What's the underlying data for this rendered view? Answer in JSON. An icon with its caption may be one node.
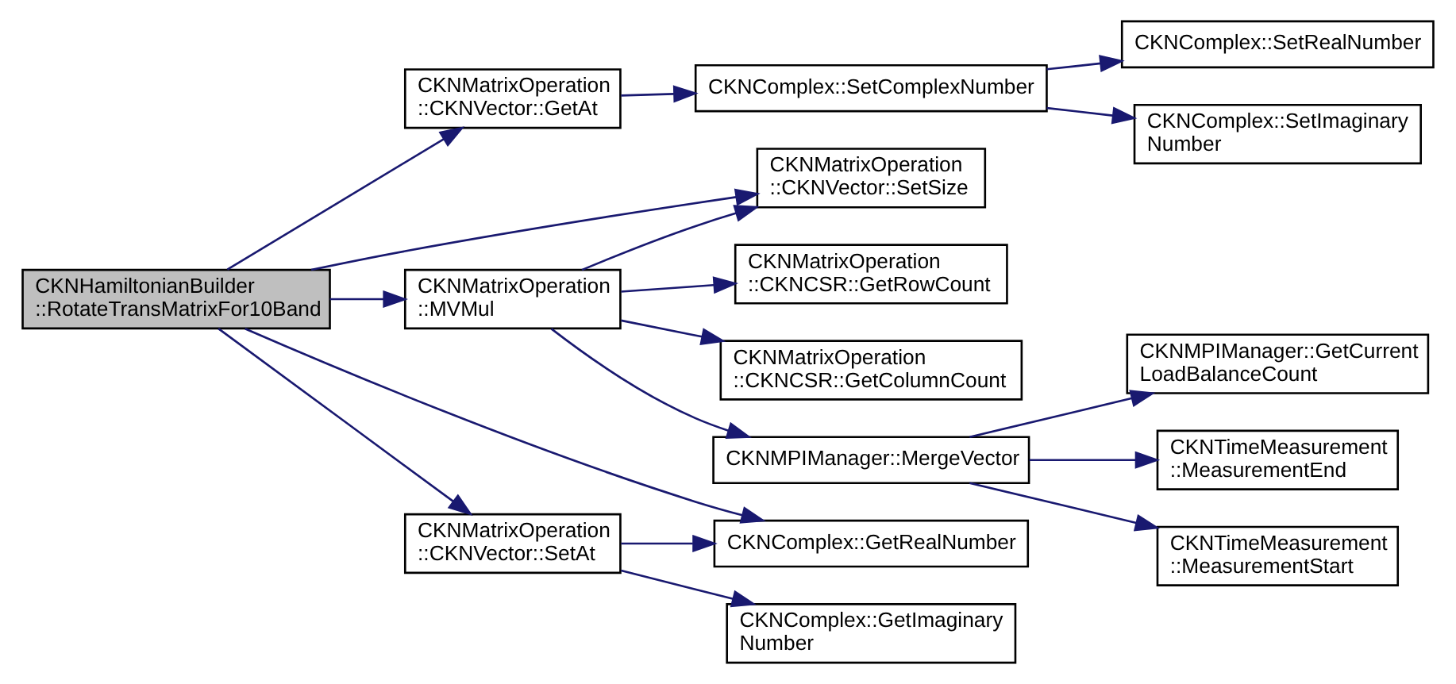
{
  "diagram": {
    "nodes": [
      {
        "text": [
          "CKNHamiltonianBuilder ::RotateTransMatrixFor10Band"
        ]
      },
      {
        "text": [
          "CKNMatrixOperation ::CKNVector::GetAt"
        ]
      },
      {
        "text": [
          "CKNComplex::SetComplexNumber"
        ]
      },
      {
        "text": [
          "CKNComplex::SetRealNumber"
        ]
      },
      {
        "text": [
          "CKNComplex::SetImaginary Number"
        ]
      },
      {
        "text": [
          "CKNMatrixOperation ::CKNVector::SetSize"
        ]
      },
      {
        "text": [
          "CKNMatrixOperation ::MVMul"
        ]
      },
      {
        "text": [
          "CKNMatrixOperation ::CKNCSR::GetRowCount"
        ]
      },
      {
        "text": [
          "CKNMatrixOperation ::CKNCSR::GetColumnCount"
        ]
      },
      {
        "text": [
          "CKNMPIManager::GetCurrent LoadBalanceCount"
        ]
      },
      {
        "text": [
          "CKNMPIManager::MergeVector"
        ]
      },
      {
        "text": [
          "CKNTimeMeasurement ::MeasurementEnd"
        ]
      },
      {
        "text": [
          "CKNTimeMeasurement ::MeasurementStart"
        ]
      },
      {
        "text": [
          "CKNMatrixOperation ::CKNVector::SetAt"
        ]
      },
      {
        "text": [
          "CKNComplex::GetRealNumber"
        ]
      },
      {
        "text": [
          "CKNComplex::GetImaginary Number"
        ]
      }
    ],
    "edges": [
      {
        "from": 0,
        "to": 1,
        "arrow": "to"
      },
      {
        "from": 1,
        "to": 2,
        "arrow": "to"
      },
      {
        "from": 2,
        "to": 3,
        "arrow": "to"
      },
      {
        "from": 2,
        "to": 4,
        "arrow": "to"
      },
      {
        "from": 0,
        "to": 5,
        "arrow": "to"
      },
      {
        "from": 0,
        "to": 6,
        "arrow": "to"
      },
      {
        "from": 6,
        "to": 5,
        "arrow": "to"
      },
      {
        "from": 6,
        "to": 7,
        "arrow": "to"
      },
      {
        "from": 6,
        "to": 8,
        "arrow": "to"
      },
      {
        "from": 6,
        "to": 10,
        "arrow": "to"
      },
      {
        "from": 10,
        "to": 9,
        "arrow": "to"
      },
      {
        "from": 10,
        "to": 11,
        "arrow": "to"
      },
      {
        "from": 10,
        "to": 12,
        "arrow": "to"
      },
      {
        "from": 0,
        "to": 13,
        "arrow": "to"
      },
      {
        "from": 0,
        "to": 14,
        "arrow": "to"
      },
      {
        "from": 13,
        "to": 14,
        "arrow": "to"
      },
      {
        "from": 13,
        "to": 15,
        "arrow": "to"
      }
    ]
  }
}
